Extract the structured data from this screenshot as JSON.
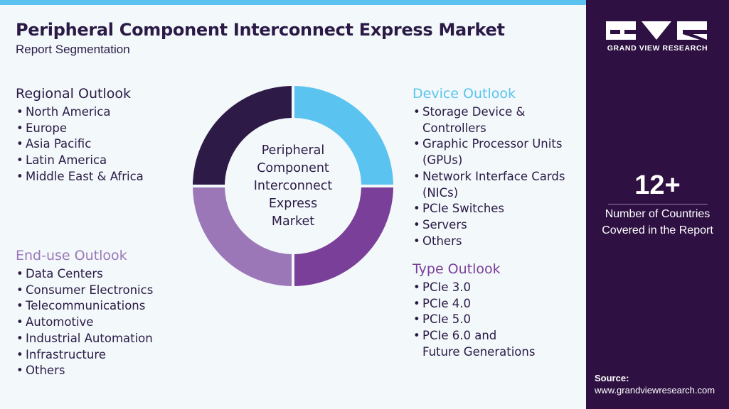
{
  "header": {
    "title": "Peripheral Component Interconnect Express Market",
    "subtitle": "Report Segmentation"
  },
  "center_label": [
    "Peripheral",
    "Component",
    "Interconnect",
    "Express",
    "Market"
  ],
  "sections": {
    "regional": {
      "heading": "Regional Outlook",
      "items": [
        "North America",
        "Europe",
        "Asia Pacific",
        "Latin America",
        "Middle East & Africa"
      ]
    },
    "enduse": {
      "heading": "End-use Outlook",
      "items": [
        "Data Centers",
        "Consumer Electronics",
        "Telecommunications",
        "Automotive",
        "Industrial Automation",
        "Infrastructure",
        "Others"
      ]
    },
    "device": {
      "heading": "Device Outlook",
      "items": [
        [
          "Storage Device &",
          "Controllers"
        ],
        [
          "Graphic Processor Units",
          "(GPUs)"
        ],
        [
          "Network Interface Cards",
          "(NICs)"
        ],
        [
          "PCIe Switches"
        ],
        [
          "Servers"
        ],
        [
          "Others"
        ]
      ]
    },
    "type": {
      "heading": "Type Outlook",
      "items": [
        [
          "PCIe 3.0"
        ],
        [
          "PCIe 4.0"
        ],
        [
          "PCIe 5.0"
        ],
        [
          "PCIe 6.0 and",
          "Future Generations"
        ]
      ]
    }
  },
  "sidebar": {
    "logo_text": "GRAND VIEW RESEARCH",
    "stat_value": "12+",
    "stat_label_line1": "Number of Countries",
    "stat_label_line2": "Covered in the Report",
    "source_label": "Source:",
    "source_url": "www.grandviewresearch.com"
  },
  "colors": {
    "device": "#5bc3f0",
    "type": "#7a3f98",
    "enduse": "#9b77b8",
    "regional": "#2e1a47",
    "sidebar": "#2e1142"
  },
  "donut_segments": [
    "device",
    "type",
    "enduse",
    "regional"
  ]
}
